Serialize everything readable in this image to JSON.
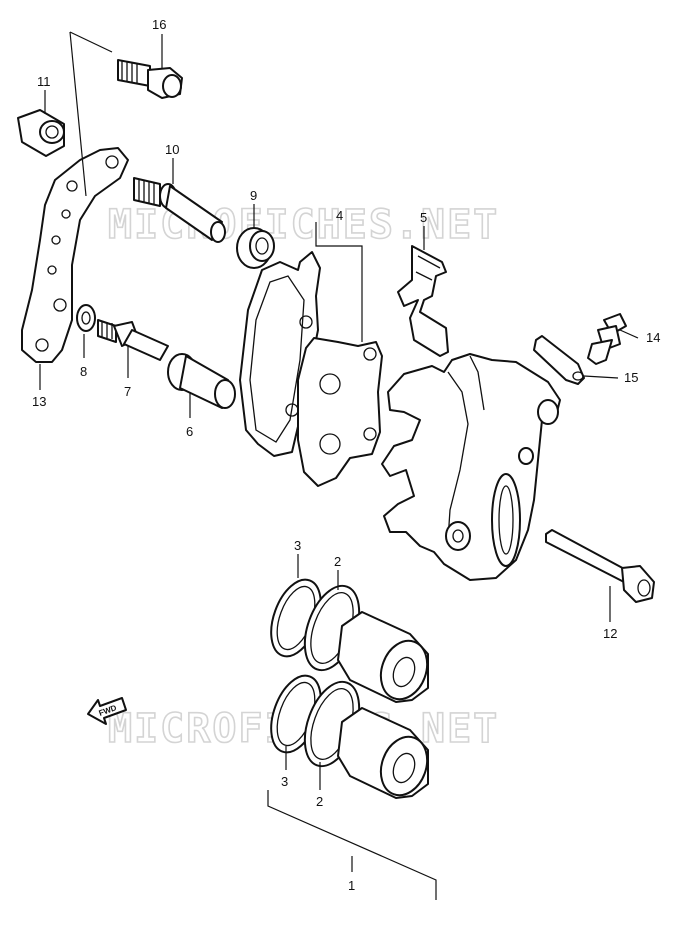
{
  "watermark": "MICROFICHES.NET",
  "direction_label": "FWD",
  "callouts": {
    "c1": "1",
    "c2a": "2",
    "c2b": "2",
    "c3a": "3",
    "c3b": "3",
    "c4": "4",
    "c5": "5",
    "c6": "6",
    "c7": "7",
    "c8": "8",
    "c9": "9",
    "c10": "10",
    "c11": "11",
    "c12": "12",
    "c13": "13",
    "c14": "14",
    "c15": "15",
    "c16": "16"
  }
}
